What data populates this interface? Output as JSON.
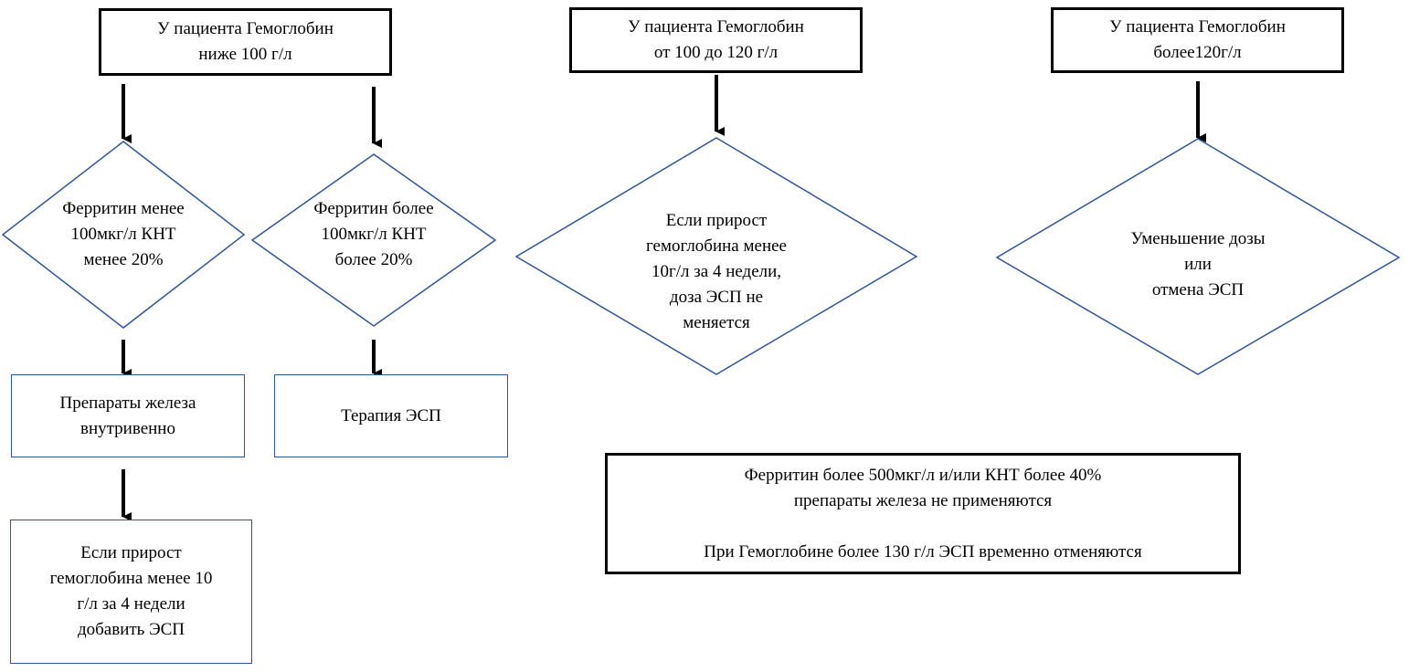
{
  "colors": {
    "stroke_dark": "#000000",
    "stroke_blue": "#2f5597",
    "background": "#ffffff"
  },
  "header_boxes": [
    {
      "lines": [
        "У пациента Гемоглобин",
        "ниже 100 г/л"
      ]
    },
    {
      "lines": [
        "У пациента Гемоглобин",
        "от 100 до 120 г/л"
      ]
    },
    {
      "lines": [
        "У пациента Гемоглобин",
        "более120г/л"
      ]
    }
  ],
  "decisions": [
    {
      "lines": [
        "Ферритин менее",
        "100мкг/л КНТ",
        "менее 20%"
      ]
    },
    {
      "lines": [
        "Ферритин более",
        "100мкг/л КНТ",
        "более 20%"
      ]
    },
    {
      "lines": [
        "Если прирост",
        "гемоглобина менее",
        "10г/л за 4 недели,",
        "доза ЭСП не",
        "меняется"
      ]
    },
    {
      "lines": [
        "Уменьшение дозы",
        "или",
        "отмена ЭСП"
      ]
    }
  ],
  "actions": [
    {
      "lines": [
        "Препараты железа",
        "внутривенно"
      ]
    },
    {
      "lines": [
        "Терапия ЭСП"
      ]
    },
    {
      "lines": [
        "Если прирост",
        "гемоглобина менее 10",
        "г/л за 4 недели",
        "добавить ЭСП"
      ]
    }
  ],
  "note_box": {
    "lines": [
      "Ферритин более 500мкг/л и/или КНТ более 40%",
      "препараты железа не применяются",
      "",
      "При Гемоглобине более 130 г/л ЭСП временно отменяются"
    ]
  },
  "arrows": [
    {
      "from": "header-low-hb",
      "to": "decision-ferritin-low"
    },
    {
      "from": "header-low-hb",
      "to": "decision-ferritin-high"
    },
    {
      "from": "decision-ferritin-low",
      "to": "action-iv-iron"
    },
    {
      "from": "decision-ferritin-high",
      "to": "action-esa-therapy"
    },
    {
      "from": "action-iv-iron",
      "to": "action-add-esa"
    },
    {
      "from": "header-mid-hb",
      "to": "decision-esa-unchanged"
    },
    {
      "from": "header-high-hb",
      "to": "decision-reduce-esa"
    }
  ]
}
